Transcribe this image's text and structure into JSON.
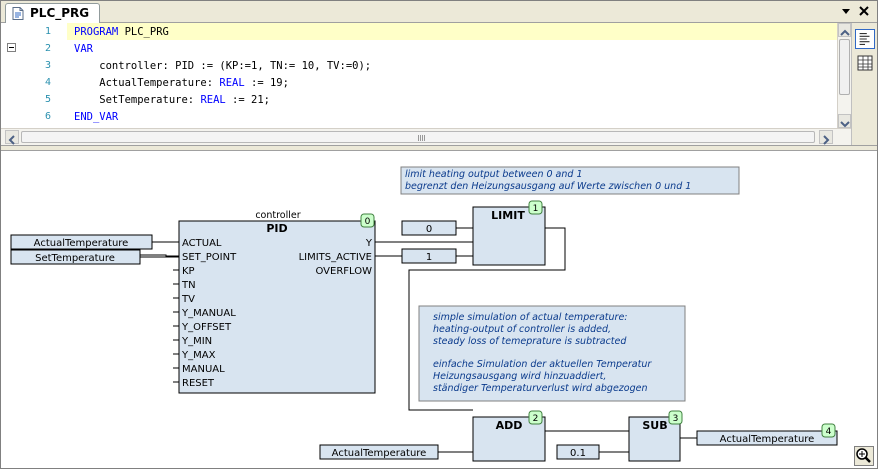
{
  "tab": {
    "title": "PLC_PRG",
    "icon": "document-icon"
  },
  "declaration": {
    "line_numbers": [
      "1",
      "2",
      "3",
      "4",
      "5",
      "6"
    ],
    "lines": [
      [
        {
          "t": "PROGRAM",
          "k": true
        },
        {
          "t": " PLC_PRG",
          "k": false
        }
      ],
      [
        {
          "t": "VAR",
          "k": true
        }
      ],
      [
        {
          "t": "    controller: PID := (KP:=1, TN:= 10, TV:=0);",
          "k": false
        }
      ],
      [
        {
          "t": "    ActualTemperature: ",
          "k": false
        },
        {
          "t": "REAL",
          "k": true
        },
        {
          "t": " := 19;",
          "k": false
        }
      ],
      [
        {
          "t": "    SetTemperature: ",
          "k": false
        },
        {
          "t": "REAL",
          "k": true
        },
        {
          "t": " := 21;",
          "k": false
        }
      ],
      [
        {
          "t": "END_VAR",
          "k": true
        }
      ]
    ]
  },
  "colors": {
    "accent": "#0000ff",
    "block_fill": "#d8e4f0",
    "order_fill": "#ccffcc",
    "comment_text": "#0a3a8c",
    "line_number": "#2b91af"
  },
  "cfc": {
    "comment_limit": [
      "limit heating output between 0 and 1",
      "begrenzt den Heizungsausgang auf Werte zwischen 0 und 1"
    ],
    "comment_sim": [
      "simple simulation of actual temperature:",
      "heating-output of controller is added,",
      "steady loss of temeprature is subtracted",
      "",
      "einfache Simulation der aktuellen Temperatur",
      "Heizungsausgang wird hinzuaddiert,",
      "ständiger Temperaturverlust wird abgezogen"
    ],
    "pid": {
      "instance": "controller",
      "type": "PID",
      "order": "0",
      "inputs": [
        "ACTUAL",
        "SET_POINT",
        "KP",
        "TN",
        "TV",
        "Y_MANUAL",
        "Y_OFFSET",
        "Y_MIN",
        "Y_MAX",
        "MANUAL",
        "RESET"
      ],
      "outputs": [
        "Y",
        "LIMITS_ACTIVE",
        "OVERFLOW"
      ]
    },
    "limit": {
      "type": "LIMIT",
      "order": "1"
    },
    "add": {
      "type": "ADD",
      "order": "2"
    },
    "sub": {
      "type": "SUB",
      "order": "3"
    },
    "output_order": "4",
    "inputs": {
      "actual_temperature": "ActualTemperature",
      "set_temperature": "SetTemperature",
      "limit_min": "0",
      "limit_max": "1",
      "add_input": "ActualTemperature",
      "sub_input": "0.1"
    },
    "output_var": "ActualTemperature"
  }
}
